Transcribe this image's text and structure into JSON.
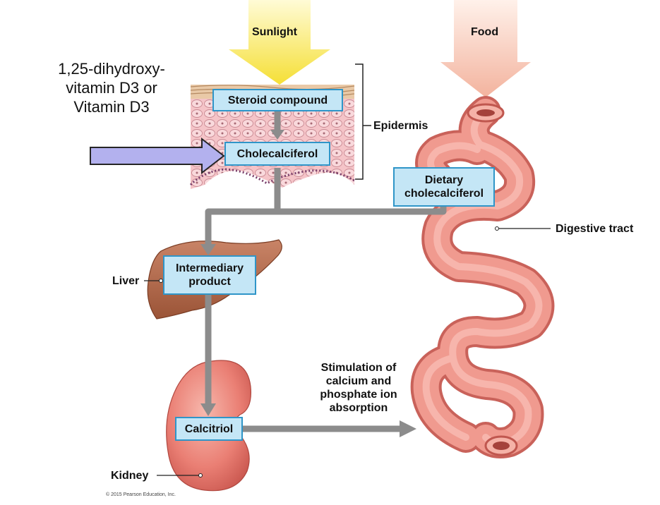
{
  "inputs": {
    "sunlight": "Sunlight",
    "food": "Food"
  },
  "annotation": {
    "line1": "1,25-dihydroxy-",
    "line2": "vitamin D3 or",
    "line3": "Vitamin D3"
  },
  "boxes": {
    "steroid_compound": "Steroid compound",
    "cholecalciferol": "Cholecalciferol",
    "dietary_line1": "Dietary",
    "dietary_line2": "cholecalciferol",
    "intermediary_line1": "Intermediary",
    "intermediary_line2": "product",
    "calcitriol": "Calcitriol"
  },
  "labels": {
    "epidermis": "Epidermis",
    "digestive_tract": "Digestive tract",
    "liver": "Liver",
    "kidney": "Kidney",
    "stimulation_line1": "Stimulation of",
    "stimulation_line2": "calcium and",
    "stimulation_line3": "phosphate ion",
    "stimulation_line4": "absorption"
  },
  "copyright": "© 2015 Pearson Education, Inc.",
  "colors": {
    "box_fill": "#c4e6f6",
    "box_border": "#2f95c8",
    "pathway_arrow": "#8c8c8c",
    "sunlight_arrow": "#f7e24a",
    "food_arrow": "#f6c3b0",
    "annotation_arrow": "#b3b1ee",
    "tissue": "#f6b8a8",
    "liver": "#b06a4c",
    "intestine": "#ef8f84"
  }
}
